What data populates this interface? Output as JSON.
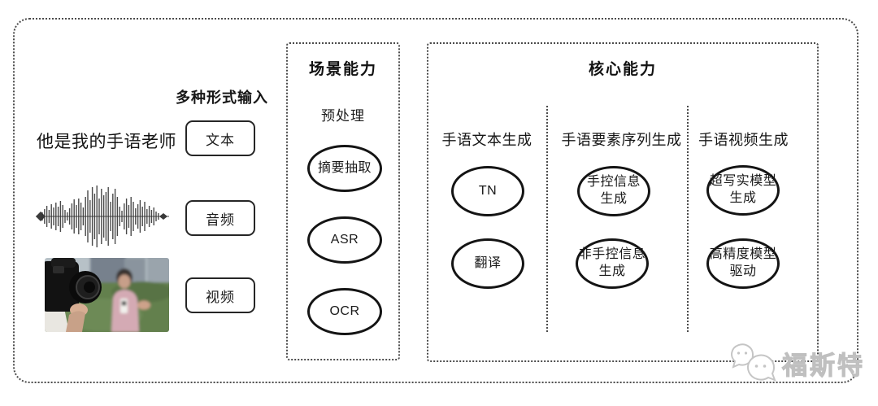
{
  "input_section": {
    "title": "多种形式输入",
    "rows": [
      {
        "type": "text",
        "content": "他是我的手语老师",
        "box_label": "文本"
      },
      {
        "type": "audio",
        "icon": "audio-waveform-icon",
        "box_label": "音频"
      },
      {
        "type": "video",
        "icon": "video-thumbnail",
        "box_label": "视频"
      }
    ]
  },
  "scene_section": {
    "title": "场景能力",
    "subtitle": "预处理",
    "nodes": [
      "摘要抽取",
      "ASR",
      "OCR"
    ]
  },
  "core_section": {
    "title": "核心能力",
    "columns": [
      {
        "header": "手语文本生成",
        "nodes": [
          [
            "TN"
          ],
          [
            "翻译"
          ]
        ]
      },
      {
        "header": "手语要素序列生成",
        "nodes": [
          [
            "手控信息",
            "生成"
          ],
          [
            "非手控信息",
            "生成"
          ]
        ]
      },
      {
        "header": "手语视频生成",
        "nodes": [
          [
            "超写实模型",
            "生成"
          ],
          [
            "高精度模型",
            "驱动"
          ]
        ]
      }
    ]
  },
  "watermark": {
    "text": "福斯特",
    "icon": "chat-bubbles-icon"
  },
  "colors": {
    "dotted_border": "#4b4b4b",
    "node_stroke": "#141414",
    "text": "#1c1c1c",
    "watermark": "#c9c9c9"
  }
}
